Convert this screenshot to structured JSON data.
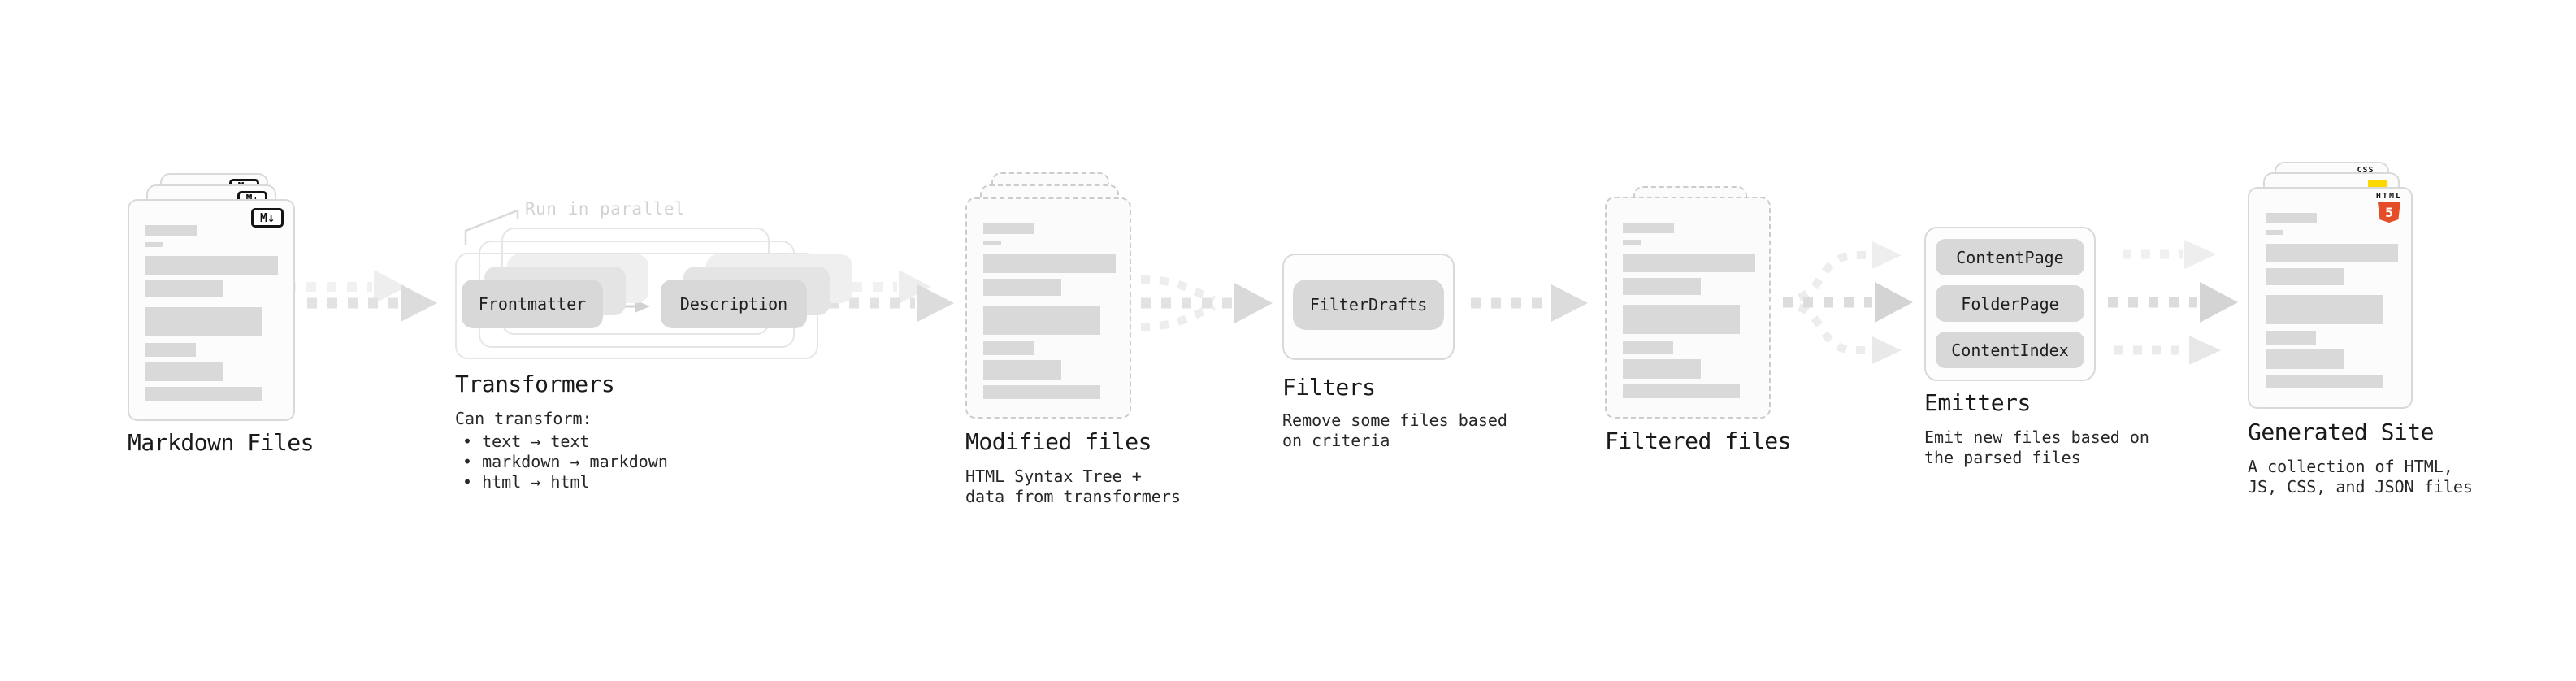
{
  "diagram": {
    "markdown": {
      "title": "Markdown Files",
      "badge": "M↓"
    },
    "transformers": {
      "note": "Run in parallel",
      "pill_frontmatter": "Frontmatter",
      "pill_description": "Description",
      "title": "Transformers",
      "caption_heading": "Can transform:",
      "bullets": [
        "• text → text",
        "• markdown → markdown",
        "• html → html"
      ]
    },
    "modified": {
      "title": "Modified files",
      "caption": "HTML Syntax Tree +\ndata from transformers"
    },
    "filters": {
      "title": "Filters",
      "pill": "FilterDrafts",
      "caption": "Remove some files based\non criteria"
    },
    "filtered": {
      "title": "Filtered files"
    },
    "emitters": {
      "title": "Emitters",
      "pills": [
        "ContentPage",
        "FolderPage",
        "ContentIndex"
      ],
      "caption": "Emit new files based on\nthe parsed files"
    },
    "generated": {
      "title": "Generated Site",
      "caption": "A collection of HTML,\nJS, CSS, and JSON files",
      "badge_css": "CSS",
      "badge_html": "HTML",
      "badge_html_number": "5"
    }
  },
  "colors": {
    "html5_orange": "#e44d26",
    "js_yellow": "#ffd800",
    "css_blue": "#2b62e3",
    "placeholder_gray": "#d9d9d9"
  }
}
